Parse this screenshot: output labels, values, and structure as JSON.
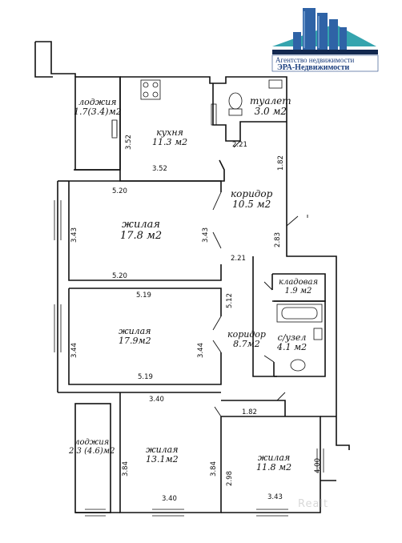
{
  "logo": {
    "agency_line": "Агентство недвижимости",
    "brand_line": "ЭРА-Недвижимости",
    "colors": {
      "bar_blue": "#2f63a6",
      "teal": "#1f9aa5",
      "dark_blue": "#1c3f7e",
      "navy": "#12284f"
    }
  },
  "watermark": "Realt",
  "rooms": {
    "loggia_top": {
      "name": "лоджия",
      "area": "1.7(3.4)м2"
    },
    "kitchen": {
      "name": "кухня",
      "area": "11.3 м2"
    },
    "toilet": {
      "name": "туалет",
      "area": "3.0 м2"
    },
    "corridor_main": {
      "name": "коридор",
      "area": "10.5 м2"
    },
    "living_1": {
      "name": "жилая",
      "area": "17.8 м2"
    },
    "storage": {
      "name": "кладовая",
      "area": "1.9 м2"
    },
    "living_2": {
      "name": "жилая",
      "area": "17.9м2"
    },
    "corridor_small": {
      "name": "коридор",
      "area": "8.7м2"
    },
    "bathroom": {
      "name": "с/узел",
      "area": "4.1 м2"
    },
    "loggia_bottom": {
      "name": "лоджия",
      "area": "2.3 (4.6)м2"
    },
    "living_3": {
      "name": "жилая",
      "area": "13.1м2"
    },
    "living_4": {
      "name": "жилая",
      "area": "11.8 м2"
    }
  },
  "dimensions": {
    "kitchen_left": "3.52",
    "kitchen_bottom": "3.52",
    "toilet_door": "2.21",
    "corridor_right": "1.82",
    "living1_top": "5.20",
    "living1_left": "3.43",
    "living1_right": "3.43",
    "living1_bottom": "5.20",
    "corridor_door": "2.21",
    "corridor_right_2": "2.83",
    "living2_top": "5.19",
    "living2_corner": "5.12",
    "living2_left": "3.44",
    "living2_right": "3.44",
    "living2_bottom": "5.19",
    "living3_top": "3.40",
    "passage": "1.82",
    "living3_left": "3.84",
    "living3_right": "3.84",
    "living3_bottom": "3.40",
    "living4_left": "2.98",
    "living4_right": "4.00",
    "living4_bottom": "3.43"
  }
}
